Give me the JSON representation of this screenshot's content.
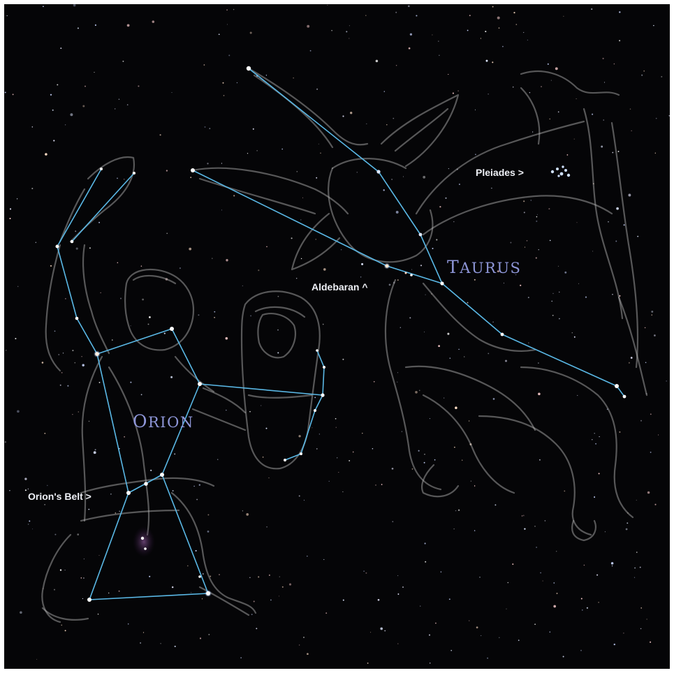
{
  "labels": {
    "pleiades": "Pleiades >",
    "aldebaran": "Aldebaran ^",
    "orions_belt": "Orion's Belt >"
  },
  "constellations": {
    "taurus": {
      "first": "T",
      "rest": "AURUS"
    },
    "orion": {
      "first": "O",
      "rest": "RION"
    }
  },
  "colors": {
    "sky": "#050507",
    "lines": "#5ab8e6",
    "figure_outline": "#c8c8c8",
    "constellation_name": "#8e96d8",
    "label_text": "#eef0f6"
  },
  "icons": {
    "stars": "star-icon",
    "asterism_lines": "constellation-line-icon",
    "figures": "mythological-figure-icon"
  }
}
